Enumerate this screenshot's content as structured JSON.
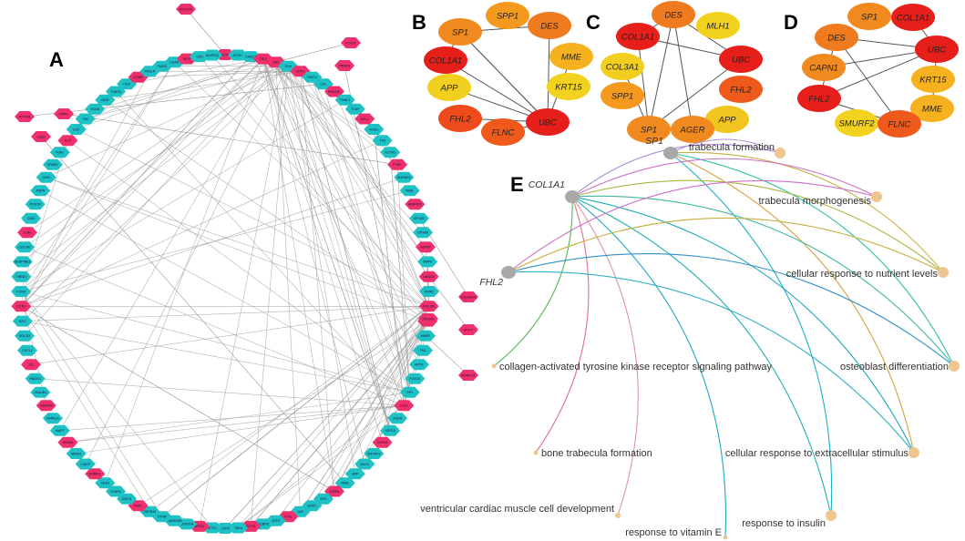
{
  "panels": {
    "A": {
      "letter": "A",
      "hub_labels": [
        "HLA-DRB1",
        "ACTA1",
        "CASQ1",
        "DES",
        "UBC",
        "PLN",
        "SPP1",
        "TNNT1",
        "CA1",
        "PRKAB1",
        "TNNC1",
        "TCAP",
        "MYL2",
        "NOS1",
        "TTN",
        "ACTN2",
        "FLNC",
        "SORBS2",
        "NEBL",
        "ANKRD2",
        "MYOZ2",
        "CRYAB",
        "HSPB7",
        "SMPX",
        "LMOD2",
        "XIRP2",
        "COL1A1",
        "COL3A1",
        "MMP2",
        "FN1",
        "APOE",
        "FOXO1",
        "SP1",
        "FHL2",
        "AGER",
        "KRT15",
        "CAPN1",
        "SMURF2",
        "MLH1",
        "APP",
        "MME",
        "TGFB1",
        "IGF1",
        "EGR1",
        "JUN",
        "FOS",
        "ATF3",
        "CEBPD",
        "KLF15",
        "PDK4",
        "UCP3",
        "MT1X",
        "MT2A",
        "CDKN1A",
        "GADD45A",
        "TXNIP",
        "ZBTB16",
        "PER1",
        "DDIT4",
        "FKBP5",
        "SGK1",
        "ERRFI1",
        "CIART",
        "NR4A1",
        "NR4A3",
        "MAFF",
        "HSPA1A",
        "HSPA1B",
        "DNAJB1",
        "HMOX1",
        "IL6",
        "CXCL2",
        "SOCS3",
        "MYC",
        "CCN1",
        "CCN2",
        "THBS1",
        "SERPINE1",
        "COL5A1",
        "LUM",
        "DCN",
        "POSTN",
        "ASPN",
        "OGN",
        "SPARC",
        "FBN1",
        "ELN",
        "LOX",
        "TNC",
        "VCAN",
        "BGN",
        "THBS4",
        "CILP",
        "COMP",
        "PRELP",
        "FMOD",
        "CHAD",
        "MGP",
        "CFD",
        "ADIPOQ"
      ],
      "outer_labels": [
        "NOTCH3",
        "KCNJ2",
        "ATP2A1",
        "RYR1",
        "CACNA1S",
        "MYH7",
        "MYBPC3",
        "TRIM63",
        "LDB3",
        "PDLIM3"
      ]
    },
    "B": {
      "letter": "B",
      "nodes": [
        {
          "label": "SPP1",
          "color": "#f59a1e"
        },
        {
          "label": "SP1",
          "color": "#f08a1e"
        },
        {
          "label": "DES",
          "color": "#f07a1e"
        },
        {
          "label": "COL1A1",
          "color": "#e61f1a"
        },
        {
          "label": "MME",
          "color": "#f5b21e"
        },
        {
          "label": "APP",
          "color": "#f2cf1e"
        },
        {
          "label": "KRT15",
          "color": "#f2d21e"
        },
        {
          "label": "FHL2",
          "color": "#ef4a1c"
        },
        {
          "label": "FLNC",
          "color": "#ef5a1c"
        },
        {
          "label": "UBC",
          "color": "#e61f1a"
        }
      ]
    },
    "C": {
      "letter": "C",
      "nodes": [
        {
          "label": "DES",
          "color": "#f07a1e"
        },
        {
          "label": "MLH1",
          "color": "#f2d21e"
        },
        {
          "label": "COL1A1",
          "color": "#e61f1a"
        },
        {
          "label": "UBC",
          "color": "#e61f1a"
        },
        {
          "label": "COL3A1",
          "color": "#f2cf1e"
        },
        {
          "label": "FHL2",
          "color": "#ef5a1c"
        },
        {
          "label": "SPP1",
          "color": "#f59a1e"
        },
        {
          "label": "APP",
          "color": "#f2c41e"
        },
        {
          "label": "SP1",
          "color": "#f08a1e"
        },
        {
          "label": "AGER",
          "color": "#f08a1e"
        }
      ]
    },
    "D": {
      "letter": "D",
      "nodes": [
        {
          "label": "SP1",
          "color": "#f08a1e"
        },
        {
          "label": "COL1A1",
          "color": "#e61f1a"
        },
        {
          "label": "DES",
          "color": "#f07a1e"
        },
        {
          "label": "UBC",
          "color": "#e61f1a"
        },
        {
          "label": "CAPN1",
          "color": "#f08a1e"
        },
        {
          "label": "KRT15",
          "color": "#f5b21e"
        },
        {
          "label": "FHL2",
          "color": "#e61f1a"
        },
        {
          "label": "MME",
          "color": "#f5b21e"
        },
        {
          "label": "SMURF2",
          "color": "#f2d21e"
        },
        {
          "label": "FLNC",
          "color": "#ef5a1c"
        }
      ]
    },
    "E": {
      "letter": "E",
      "genes": [
        "SP1",
        "COL1A1",
        "FHL2"
      ],
      "terms": [
        "trabecula formation",
        "trabecula morphogenesis",
        "cellular response to nutrient levels",
        "collagen-activated tyrosine kinase receptor signaling pathway",
        "osteoblast differentiation",
        "bone trabecula formation",
        "cellular response to extracellular stimulus",
        "ventricular cardiac muscle cell development",
        "response to insulin",
        "response to vitamin E"
      ]
    }
  },
  "colors": {
    "hub_node": "#1fc2c4",
    "hub_highlight": "#f0306a",
    "edge": "#9a9a9a",
    "gene_node": "#a8a8a8",
    "term_node": "#f0c690"
  }
}
